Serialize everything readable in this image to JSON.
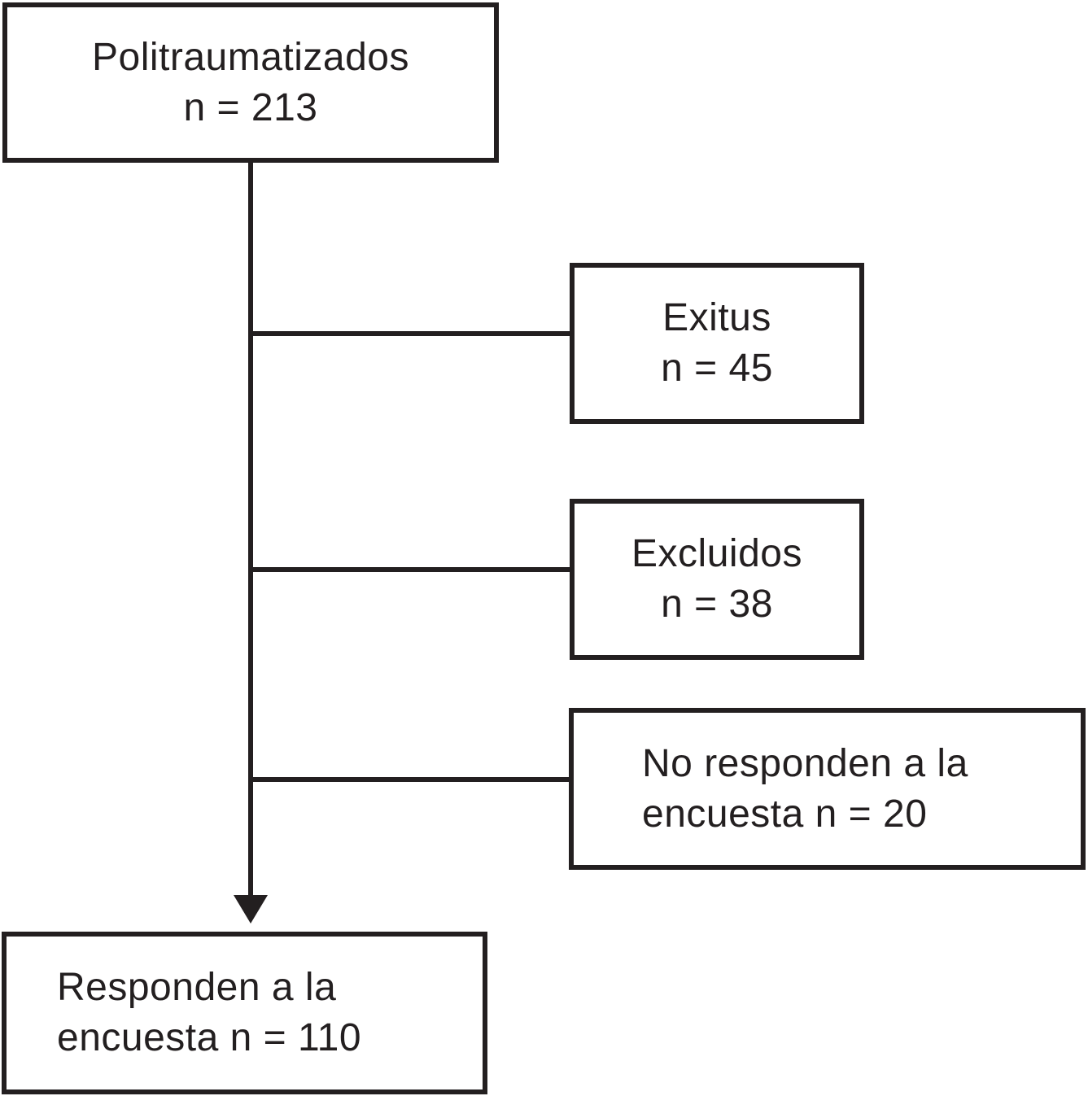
{
  "diagram": {
    "boxes": {
      "politraumatizados": {
        "line1": "Politraumatizados",
        "line2": "n = 213"
      },
      "exitus": {
        "line1": "Exitus",
        "line2": "n = 45"
      },
      "excluidos": {
        "line1": "Excluidos",
        "line2": "n = 38"
      },
      "no_responden": {
        "line1": "No responden a la",
        "line2": "encuesta n = 20"
      },
      "responden": {
        "line1": "Responden a la",
        "line2": "encuesta n = 110"
      }
    },
    "colors": {
      "line": "#231f20",
      "text": "#231f20",
      "background": "#ffffff"
    }
  }
}
